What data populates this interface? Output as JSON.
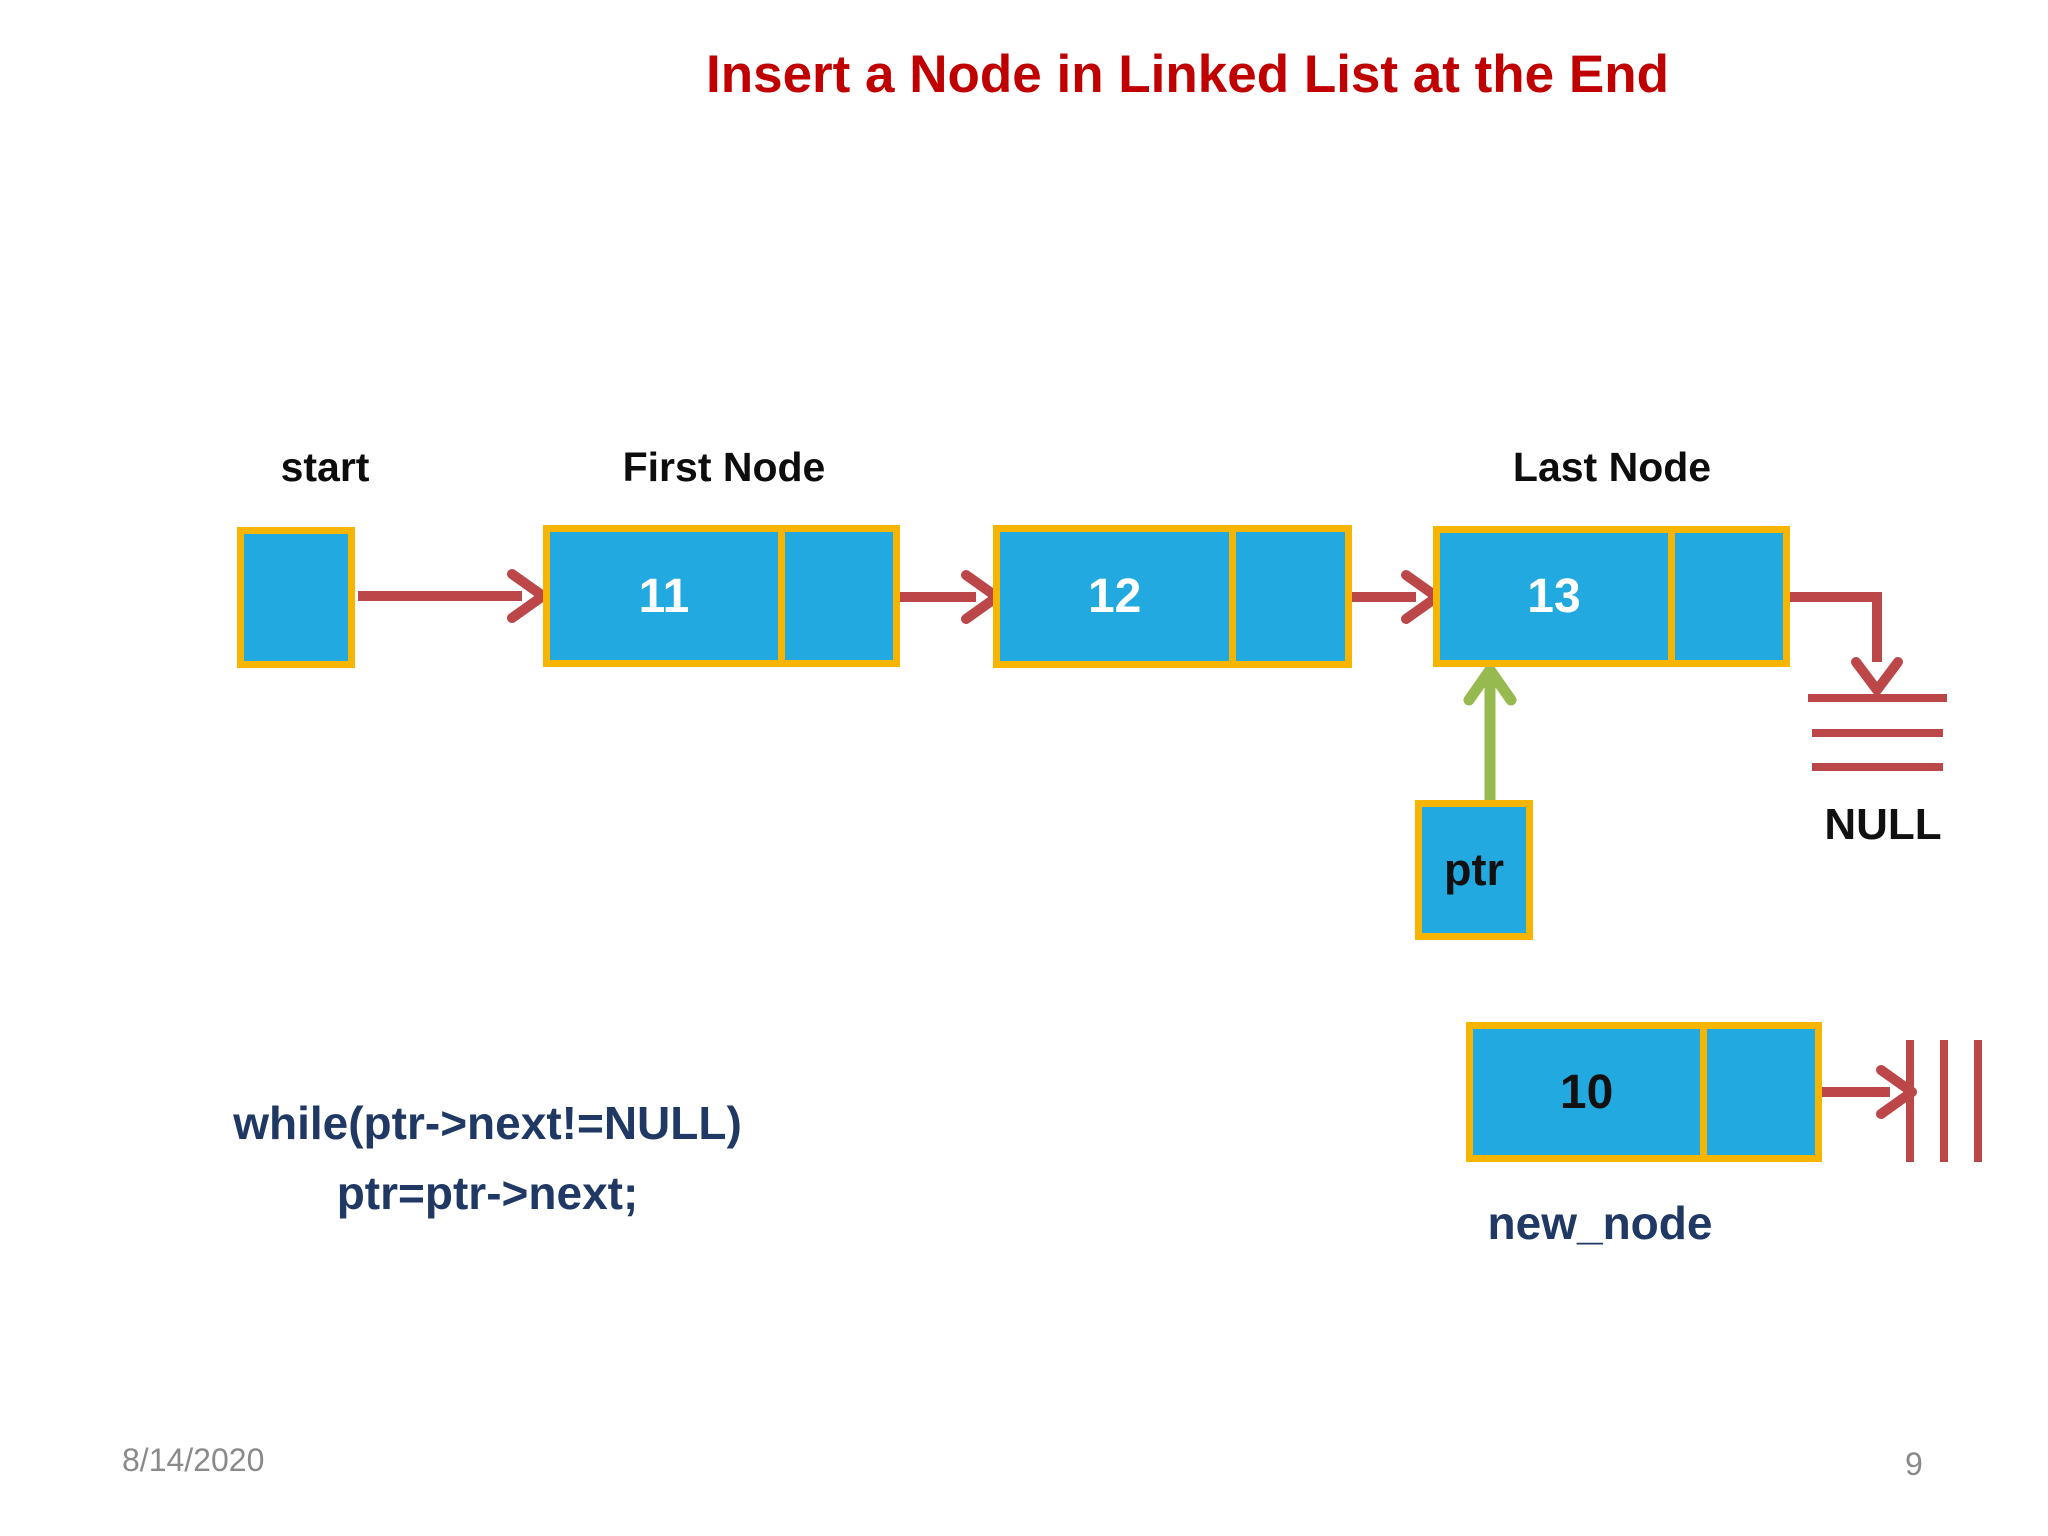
{
  "title": "Insert a Node in Linked List at the End",
  "diagram": {
    "start_label": "start",
    "first_node_label": "First Node",
    "last_node_label": "Last Node",
    "nodes": [
      {
        "value": "11"
      },
      {
        "value": "12"
      },
      {
        "value": "13"
      }
    ],
    "ptr_label": "ptr",
    "null_label": "NULL",
    "new_node": {
      "value": "10",
      "label": "new_node"
    }
  },
  "code": {
    "line1": "while(ptr->next!=NULL)",
    "line2": "ptr=ptr->next;"
  },
  "footer": {
    "date": "8/14/2020",
    "page_number": "9"
  },
  "colors": {
    "title_red": "#C00000",
    "node_fill": "#22AAE0",
    "node_border": "#F7B500",
    "arrow_red": "#BC4749",
    "ptr_arrow_green": "#96B950",
    "code_navy": "#1F3864",
    "footer_gray": "#8A8A8A"
  }
}
